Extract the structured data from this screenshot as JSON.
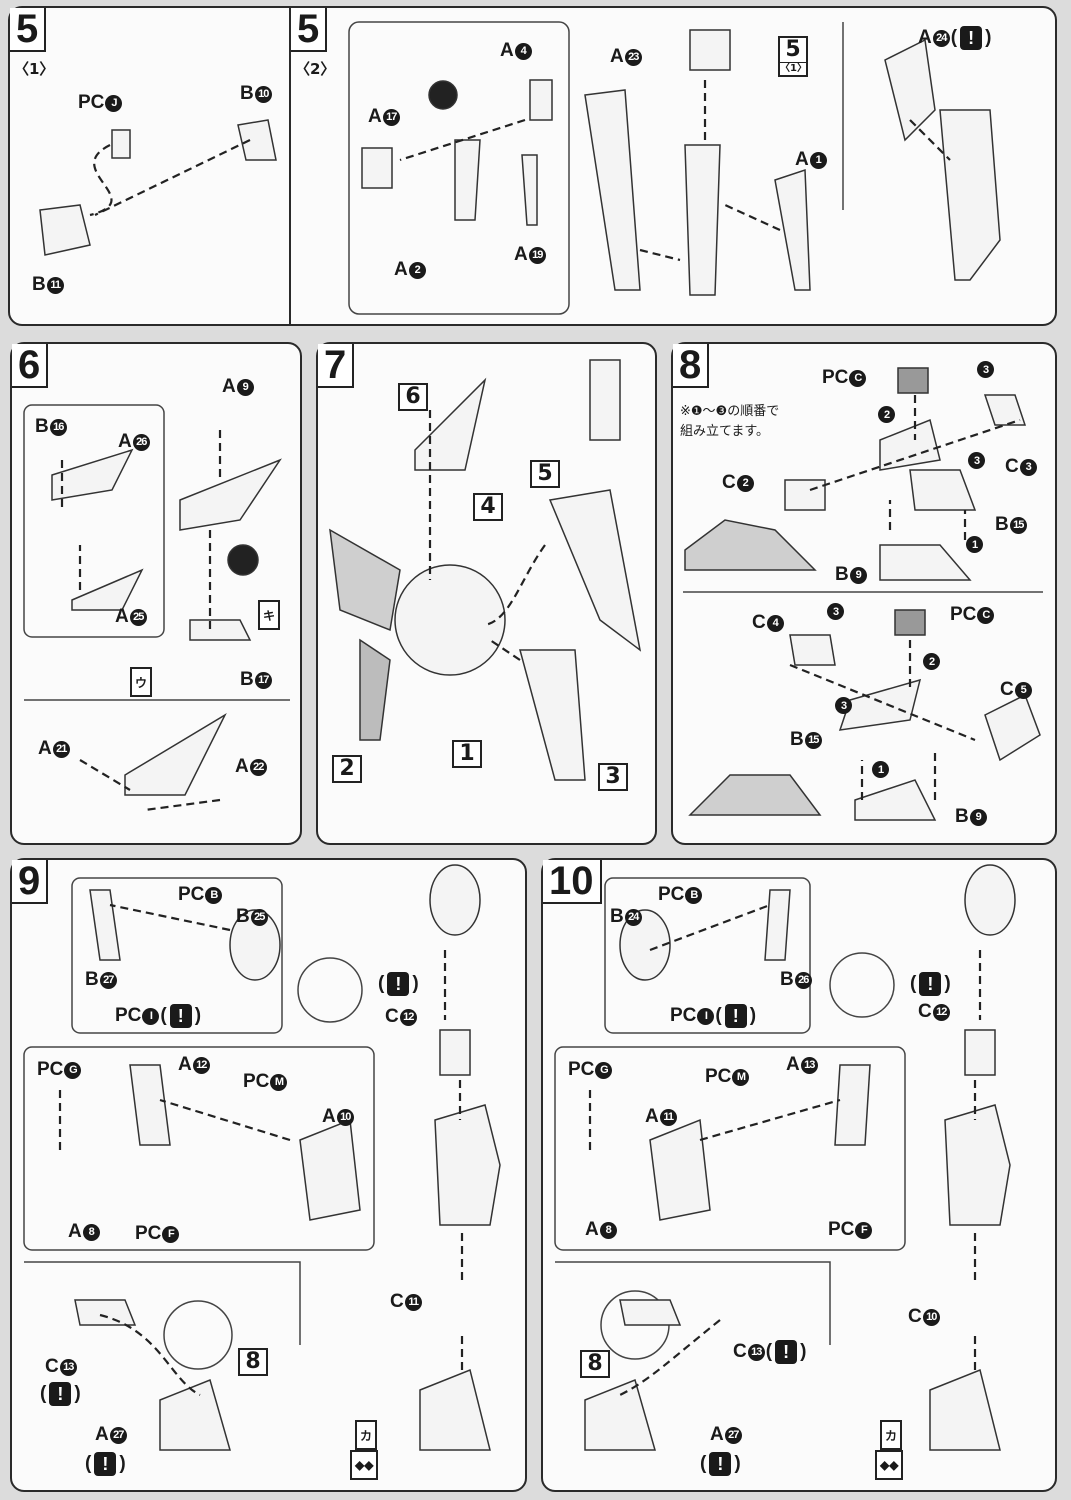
{
  "panels": [
    {
      "step": "5",
      "sub": "〈1〉",
      "labels": [
        {
          "p": "PC",
          "n": "J"
        },
        {
          "p": "B",
          "n": "10"
        },
        {
          "p": "B",
          "n": "11"
        }
      ]
    },
    {
      "step": "5",
      "sub": "〈2〉",
      "ref": {
        "step": "5",
        "sub": "〈1〉"
      },
      "labels": [
        {
          "p": "A",
          "n": "4"
        },
        {
          "p": "A",
          "n": "17"
        },
        {
          "p": "A",
          "n": "2"
        },
        {
          "p": "A",
          "n": "19"
        },
        {
          "p": "A",
          "n": "23"
        },
        {
          "p": "A",
          "n": "1"
        },
        {
          "p": "A",
          "n": "24",
          "warn": true
        }
      ]
    },
    {
      "step": "6",
      "labels": [
        {
          "p": "B",
          "n": "16"
        },
        {
          "p": "A",
          "n": "26"
        },
        {
          "p": "A",
          "n": "9"
        },
        {
          "p": "A",
          "n": "25"
        },
        {
          "p": "",
          "n": "キ"
        },
        {
          "p": "",
          "n": "ウ"
        },
        {
          "p": "B",
          "n": "17"
        },
        {
          "p": "A",
          "n": "21"
        },
        {
          "p": "A",
          "n": "22"
        }
      ]
    },
    {
      "step": "7",
      "parts": [
        "6",
        "4",
        "5",
        "2",
        "1",
        "3"
      ],
      "labels": []
    },
    {
      "step": "8",
      "note": [
        "※❶～❸の順番で",
        "組み立てます。"
      ],
      "labels": [
        {
          "p": "PC",
          "n": "C"
        },
        {
          "p": "",
          "n": "3"
        },
        {
          "p": "",
          "n": "2"
        },
        {
          "p": "C",
          "n": "3"
        },
        {
          "p": "",
          "n": "3"
        },
        {
          "p": "C",
          "n": "2"
        },
        {
          "p": "B",
          "n": "15"
        },
        {
          "p": "",
          "n": "1"
        },
        {
          "p": "B",
          "n": "9"
        },
        {
          "p": "C",
          "n": "4"
        },
        {
          "p": "",
          "n": "3"
        },
        {
          "p": "PC",
          "n": "C"
        },
        {
          "p": "",
          "n": "2"
        },
        {
          "p": "",
          "n": "3"
        },
        {
          "p": "B",
          "n": "15"
        },
        {
          "p": "C",
          "n": "5"
        },
        {
          "p": "",
          "n": "1"
        },
        {
          "p": "B",
          "n": "9"
        }
      ]
    },
    {
      "step": "9",
      "ref": "8",
      "labels": [
        {
          "p": "PC",
          "n": "B"
        },
        {
          "p": "B",
          "n": "25"
        },
        {
          "p": "B",
          "n": "27"
        },
        {
          "p": "PC",
          "n": "I",
          "warn": true
        },
        {
          "p": "",
          "n": "",
          "warn": true
        },
        {
          "p": "C",
          "n": "12"
        },
        {
          "p": "PC",
          "n": "G"
        },
        {
          "p": "A",
          "n": "12"
        },
        {
          "p": "PC",
          "n": "M"
        },
        {
          "p": "A",
          "n": "10"
        },
        {
          "p": "A",
          "n": "8"
        },
        {
          "p": "PC",
          "n": "F"
        },
        {
          "p": "C",
          "n": "11"
        },
        {
          "p": "C",
          "n": "13"
        },
        {
          "p": "",
          "n": "",
          "warn": true
        },
        {
          "p": "A",
          "n": "27"
        },
        {
          "p": "",
          "n": "",
          "warn": true
        },
        {
          "p": "",
          "n": "カ"
        },
        {
          "p": "",
          "n": "◆◆"
        }
      ]
    },
    {
      "step": "10",
      "ref": "8",
      "labels": [
        {
          "p": "PC",
          "n": "B"
        },
        {
          "p": "B",
          "n": "24"
        },
        {
          "p": "B",
          "n": "26"
        },
        {
          "p": "PC",
          "n": "I",
          "warn": true
        },
        {
          "p": "",
          "n": "",
          "warn": true
        },
        {
          "p": "C",
          "n": "12"
        },
        {
          "p": "PC",
          "n": "G"
        },
        {
          "p": "A",
          "n": "13"
        },
        {
          "p": "PC",
          "n": "M"
        },
        {
          "p": "A",
          "n": "11"
        },
        {
          "p": "A",
          "n": "8"
        },
        {
          "p": "PC",
          "n": "F"
        },
        {
          "p": "C",
          "n": "10"
        },
        {
          "p": "C",
          "n": "13",
          "warn": true
        },
        {
          "p": "A",
          "n": "27"
        },
        {
          "p": "",
          "n": "",
          "warn": true
        },
        {
          "p": "",
          "n": "カ"
        },
        {
          "p": "",
          "n": "◆◆"
        }
      ]
    }
  ]
}
